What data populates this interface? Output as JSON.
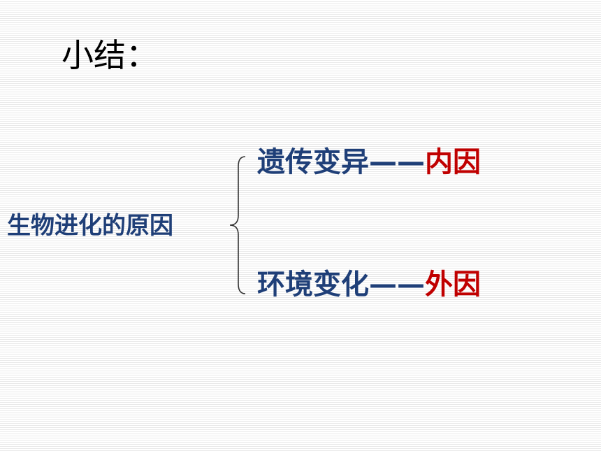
{
  "slide": {
    "title": "小结：",
    "root": "生物进化的原因",
    "branches": [
      {
        "cause": "遗传变异",
        "dash": "——",
        "factor": "内因"
      },
      {
        "cause": "环境变化",
        "dash": "——",
        "factor": "外因"
      }
    ]
  },
  "colors": {
    "primary_text": "#1f3f78",
    "accent": "#c00000",
    "title": "#000000",
    "stripe": "#e9e9e9"
  }
}
